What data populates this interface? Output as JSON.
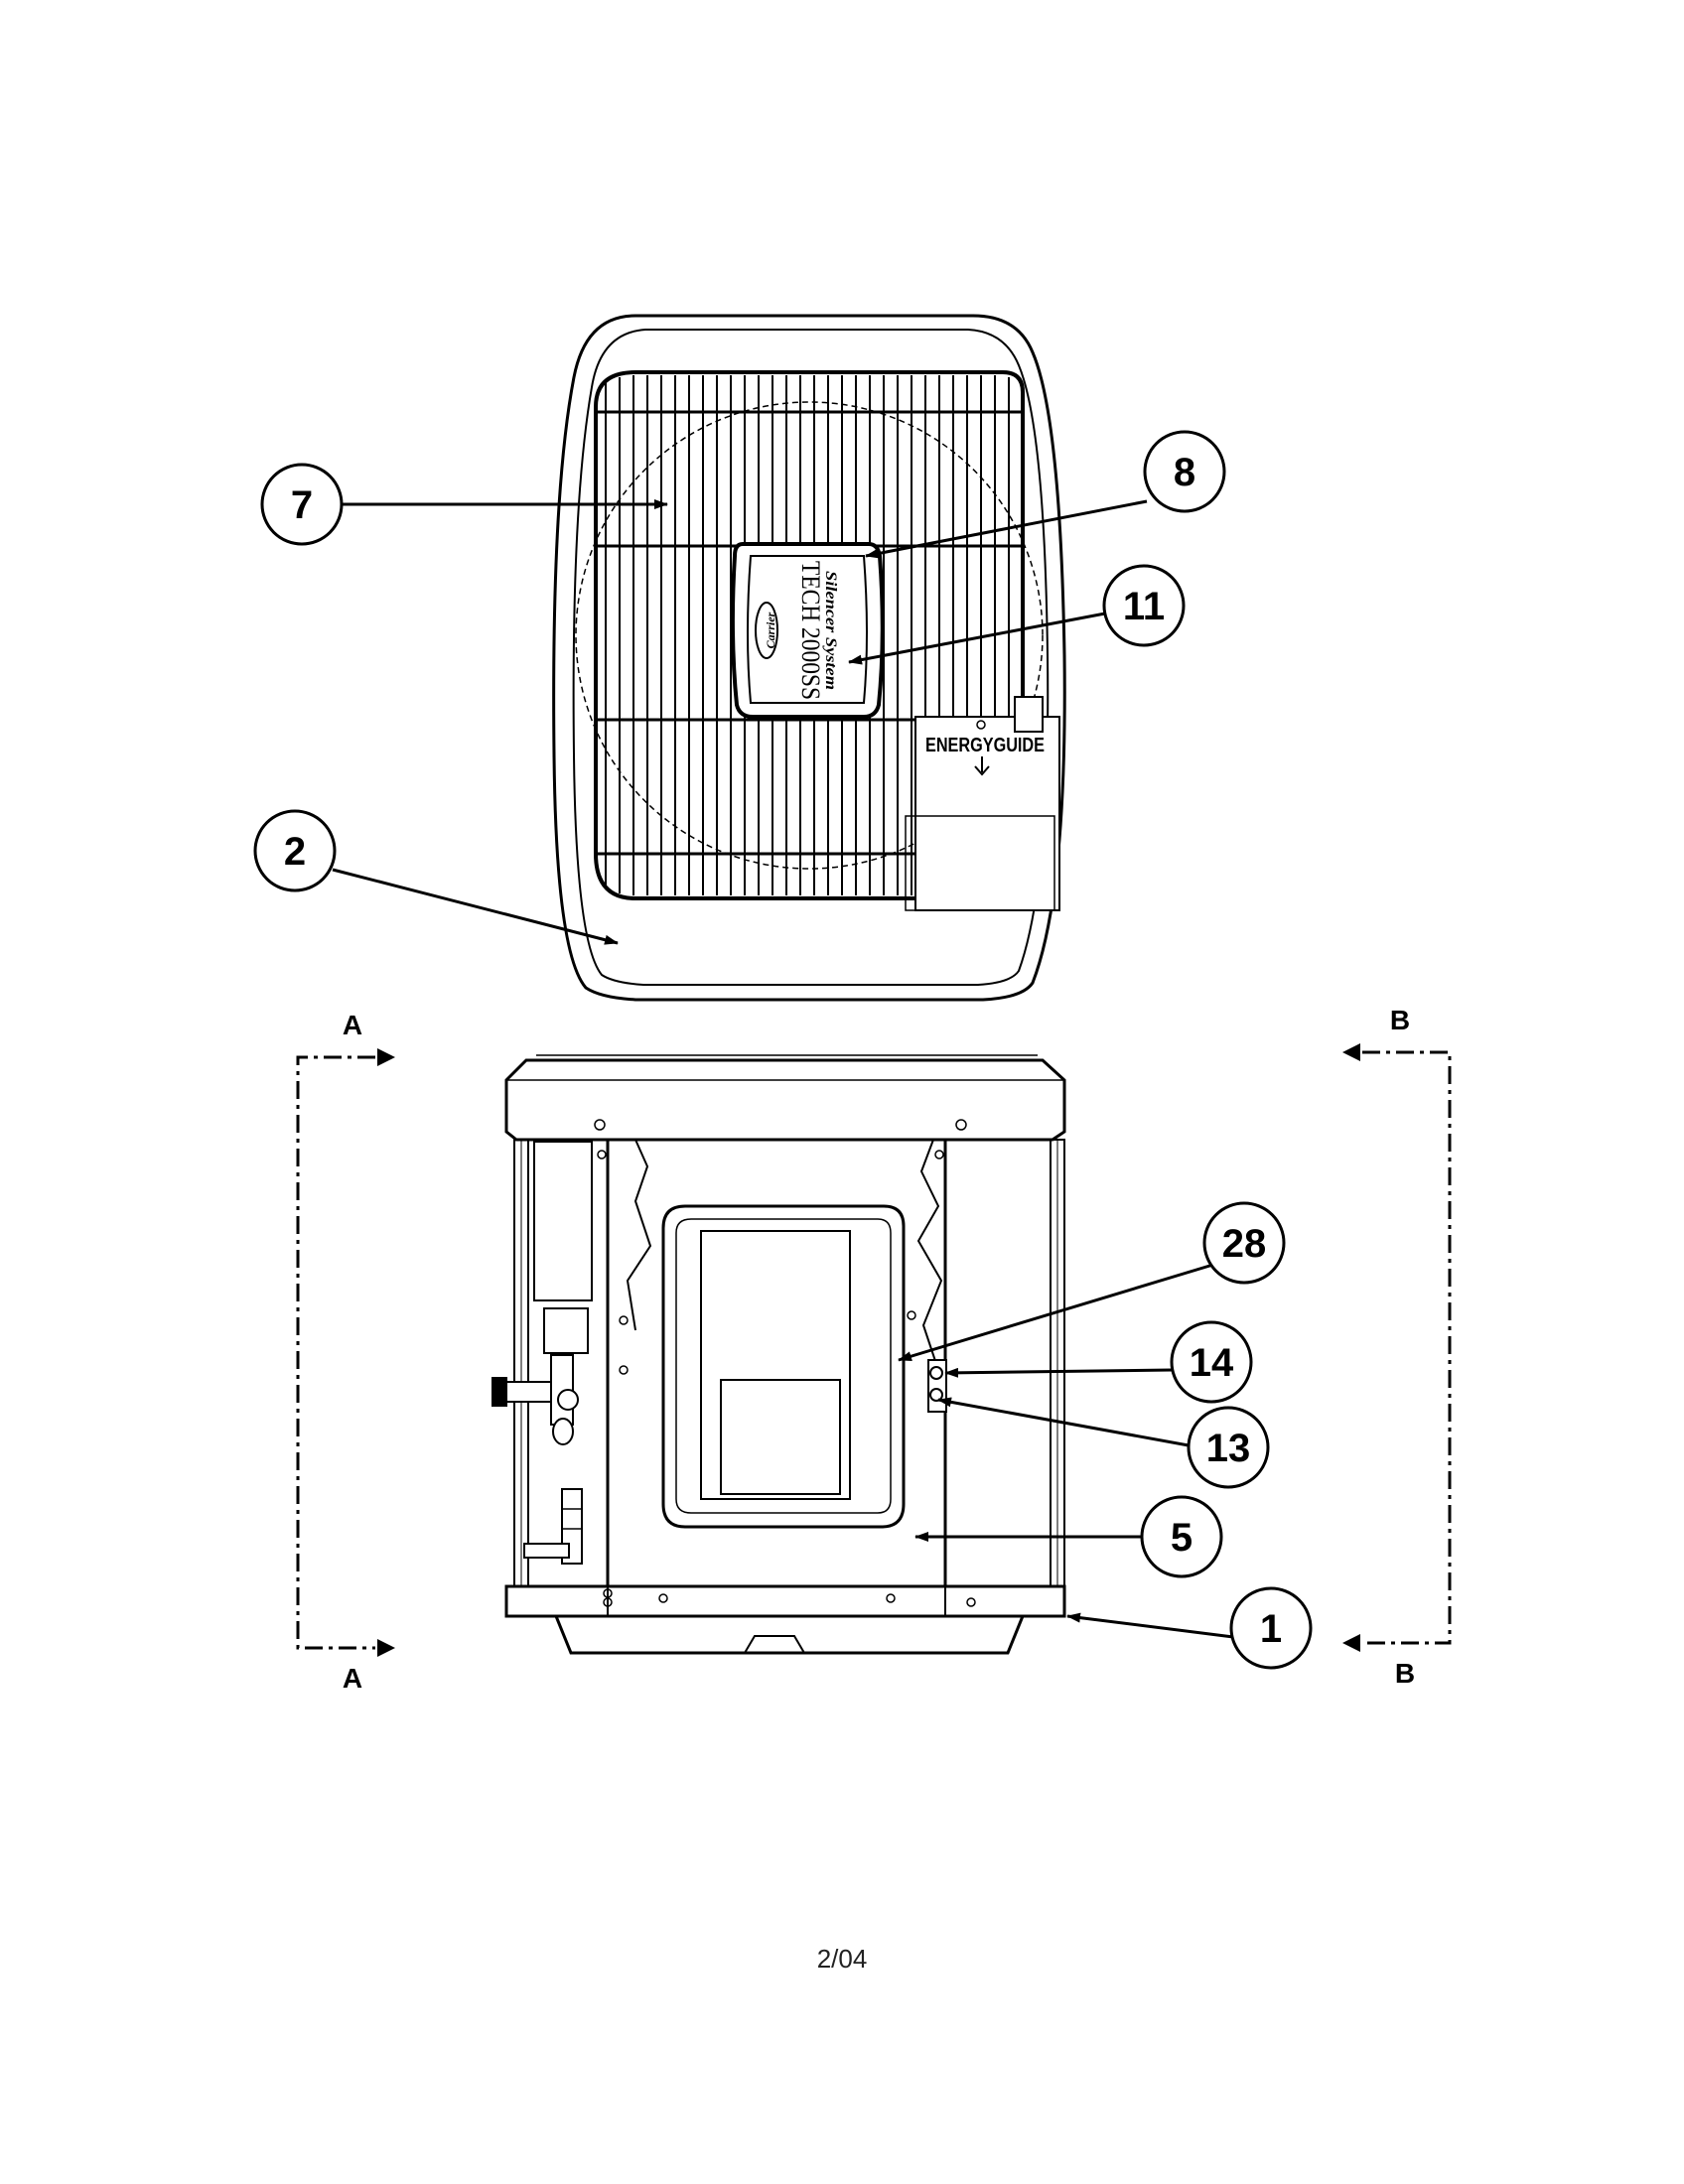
{
  "callouts": {
    "c7": "7",
    "c8": "8",
    "c11": "11",
    "c2": "2",
    "c28": "28",
    "c14": "14",
    "c13": "13",
    "c5": "5",
    "c1": "1"
  },
  "section_marks": {
    "a_top": "A",
    "a_bottom": "A",
    "b_top": "B",
    "b_bottom": "B"
  },
  "unit_badge": {
    "brand": "Carrier",
    "model": "TECH 2000SS",
    "subtitle": "Silencer System"
  },
  "energy_label": {
    "title": "ENERGYGUIDE"
  },
  "footer": {
    "page": "2/04"
  }
}
